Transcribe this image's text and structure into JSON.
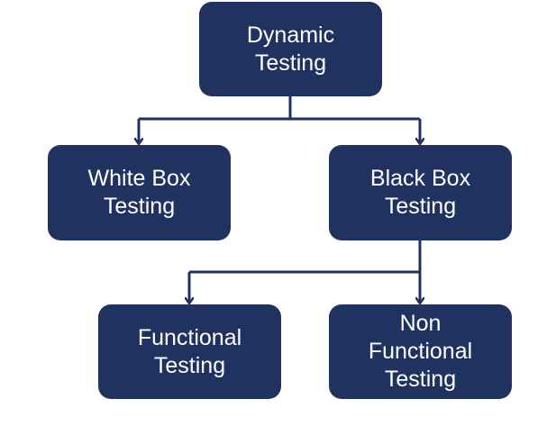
{
  "diagram": {
    "colors": {
      "node_fill": "#1f3260",
      "node_text": "#ffffff",
      "connector": "#1f3260",
      "background": "#ffffff"
    },
    "nodes": {
      "dynamic_testing": {
        "lines": [
          "Dynamic",
          "Testing"
        ]
      },
      "white_box_testing": {
        "lines": [
          "White Box",
          "Testing"
        ]
      },
      "black_box_testing": {
        "lines": [
          "Black Box",
          "Testing"
        ]
      },
      "functional_testing": {
        "lines": [
          "Functional",
          "Testing"
        ]
      },
      "non_functional_testing": {
        "lines": [
          "Non",
          "Functional",
          "Testing"
        ]
      }
    },
    "edges": [
      {
        "from": "dynamic_testing",
        "to": "white_box_testing"
      },
      {
        "from": "dynamic_testing",
        "to": "black_box_testing"
      },
      {
        "from": "black_box_testing",
        "to": "functional_testing"
      },
      {
        "from": "black_box_testing",
        "to": "non_functional_testing"
      }
    ]
  }
}
